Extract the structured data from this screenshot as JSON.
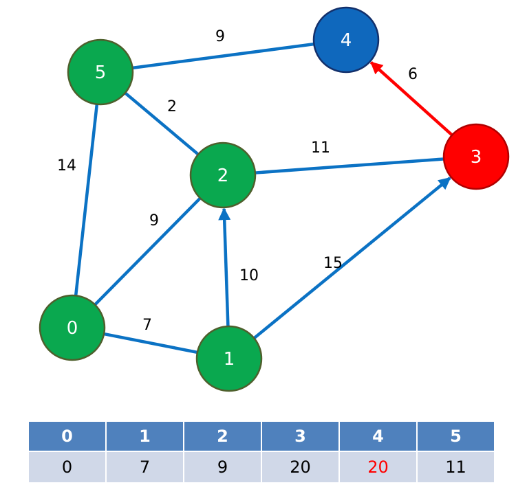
{
  "colors": {
    "edge": "#0b72c4",
    "highlight_edge": "#ff0000",
    "visited_node": "#0aa84f",
    "current_node": "#ff0000",
    "target_node": "#0f68bd",
    "header_bg": "#4f81bd",
    "row_bg": "#d0d8e8",
    "highlight_text": "#ff0000"
  },
  "nodes": [
    {
      "id": "0",
      "state": "visited"
    },
    {
      "id": "1",
      "state": "visited"
    },
    {
      "id": "2",
      "state": "visited"
    },
    {
      "id": "3",
      "state": "current"
    },
    {
      "id": "4",
      "state": "target"
    },
    {
      "id": "5",
      "state": "visited"
    }
  ],
  "edges": [
    {
      "from": "5",
      "to": "4",
      "weight": "9",
      "directed": false,
      "highlight": false
    },
    {
      "from": "5",
      "to": "2",
      "weight": "2",
      "directed": false,
      "highlight": false
    },
    {
      "from": "5",
      "to": "0",
      "weight": "14",
      "directed": false,
      "highlight": false
    },
    {
      "from": "2",
      "to": "3",
      "weight": "11",
      "directed": false,
      "highlight": false
    },
    {
      "from": "0",
      "to": "2",
      "weight": "9",
      "directed": false,
      "highlight": false
    },
    {
      "from": "1",
      "to": "2",
      "weight": "10",
      "directed": true,
      "highlight": false
    },
    {
      "from": "0",
      "to": "1",
      "weight": "7",
      "directed": false,
      "highlight": false
    },
    {
      "from": "1",
      "to": "3",
      "weight": "15",
      "directed": true,
      "highlight": false
    },
    {
      "from": "3",
      "to": "4",
      "weight": "6",
      "directed": true,
      "highlight": true
    }
  ],
  "table": {
    "headers": [
      "0",
      "1",
      "2",
      "3",
      "4",
      "5"
    ],
    "values": [
      "0",
      "7",
      "9",
      "20",
      "20",
      "11"
    ],
    "highlight_index": 4
  }
}
